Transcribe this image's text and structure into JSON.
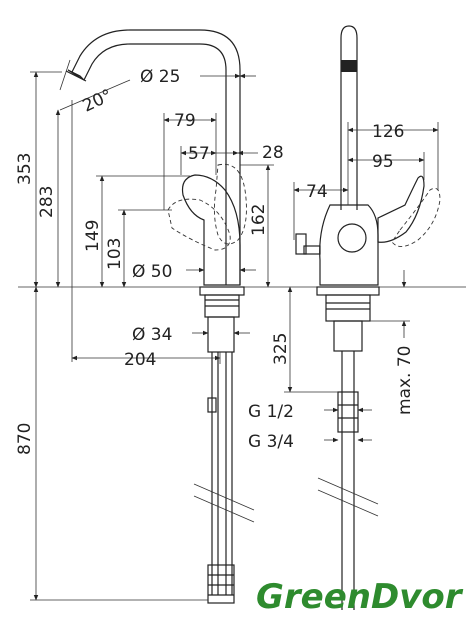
{
  "diagram": {
    "labels": {
      "d25": "Ø 25",
      "a20": "20°",
      "d353": "353",
      "d283": "283",
      "d79": "79",
      "d57": "57",
      "d28": "28",
      "d149": "149",
      "d103": "103",
      "d162": "162",
      "d50": "Ø 50",
      "d34": "Ø 34",
      "d204": "204",
      "d870": "870",
      "d126": "126",
      "d95": "95",
      "d74": "74",
      "d325": "325",
      "dmax70": "max. 70",
      "g12": "G 1/2",
      "g34": "G 3/4"
    },
    "brand": "GreenDvor"
  }
}
